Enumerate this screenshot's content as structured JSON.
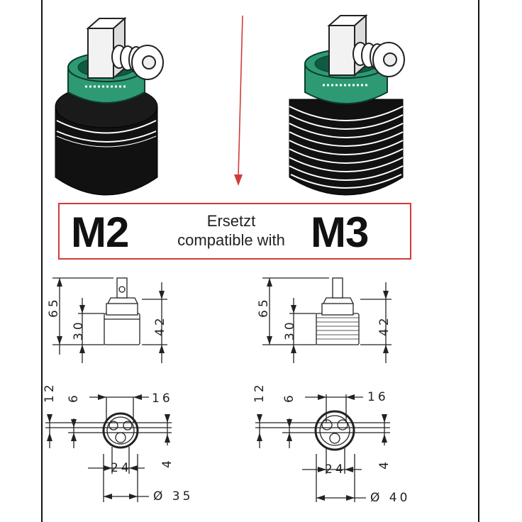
{
  "banner": {
    "left_model": "M2",
    "right_model": "M3",
    "line1": "Ersetzt",
    "line2": "compatible with"
  },
  "arrow_color": "#d23a3a",
  "green": "#2e9a73",
  "left_dims": {
    "total_height": "65",
    "lower_height": "30",
    "right_height": "42",
    "outer_offset": "12",
    "inner_offset": "6",
    "top_width": "16",
    "bottom_small": "4",
    "inner_width": "24",
    "diameter": "Ø 35"
  },
  "right_dims": {
    "total_height": "65",
    "lower_height": "30",
    "right_height": "42",
    "outer_offset": "12",
    "inner_offset": "6",
    "top_width": "16",
    "bottom_small": "4",
    "inner_width": "24",
    "diameter": "Ø 40"
  }
}
